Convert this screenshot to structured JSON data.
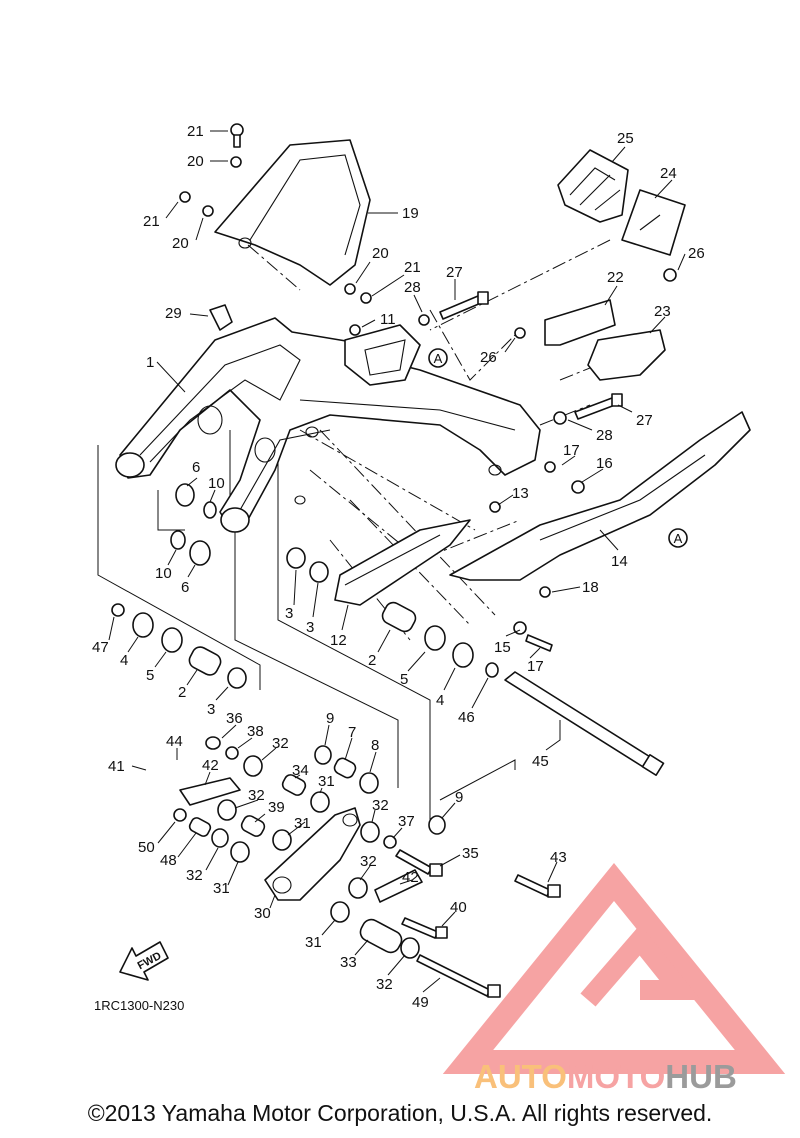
{
  "diagram_code": "1RC1300-N230",
  "fwd_label": "FWD",
  "ref_marker": "A",
  "watermark": {
    "auto": "AUTO",
    "moto": "MOTO",
    "hub": "HUB",
    "colors": {
      "auto": "#F9C07A",
      "moto": "#F6A3A3",
      "hub": "#9B9B9B"
    }
  },
  "copyright": "©2013 Yamaha Motor Corporation, U.S.A. All rights reserved.",
  "callouts": [
    "21",
    "20",
    "21",
    "20",
    "19",
    "20",
    "21",
    "27",
    "28",
    "11",
    "29",
    "25",
    "24",
    "26",
    "22",
    "26",
    "23",
    "1",
    "6",
    "10",
    "10",
    "6",
    "27",
    "28",
    "17",
    "16",
    "13",
    "14",
    "18",
    "47",
    "4",
    "5",
    "2",
    "3",
    "3",
    "3",
    "12",
    "2",
    "5",
    "4",
    "15",
    "17",
    "46",
    "45",
    "36",
    "38",
    "32",
    "9",
    "7",
    "8",
    "44",
    "42",
    "41",
    "34",
    "31",
    "32",
    "39",
    "31",
    "32",
    "37",
    "9",
    "35",
    "50",
    "48",
    "32",
    "31",
    "30",
    "32",
    "42",
    "43",
    "40",
    "31",
    "33",
    "32",
    "49"
  ]
}
